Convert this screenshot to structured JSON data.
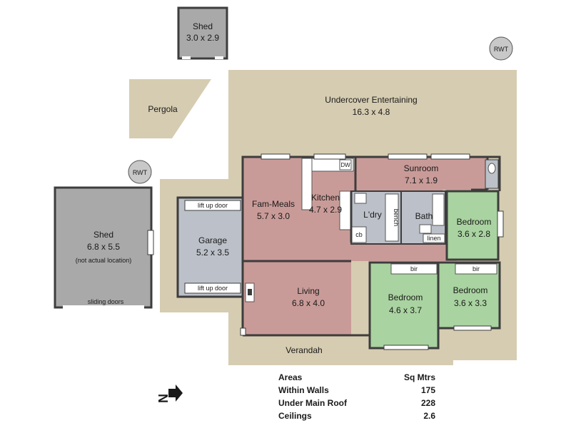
{
  "plan": {
    "shed_top": {
      "name": "Shed",
      "size": "3.0 x 2.9"
    },
    "pergola": {
      "name": "Pergola"
    },
    "undercover": {
      "name": "Undercover Entertaining",
      "size": "16.3 x 4.8"
    },
    "rwt_right": "RWT",
    "rwt_left": "RWT",
    "shed_left": {
      "name": "Shed",
      "size": "6.8 x 5.5",
      "note": "(not actual location)",
      "door": "sliding doors"
    },
    "garage": {
      "name": "Garage",
      "size": "5.2 x 3.5",
      "door_top": "lift up door",
      "door_bottom": "lift up door"
    },
    "fam_meals": {
      "name": "Fam-Meals",
      "size": "5.7 x 3.0"
    },
    "kitchen": {
      "name": "Kitchen",
      "size": "4.7 x 2.9",
      "dw": "DW"
    },
    "sunroom": {
      "name": "Sunroom",
      "size": "7.1 x 1.9"
    },
    "ldry": {
      "name": "L'dry",
      "cb": "cb",
      "bench": "bench"
    },
    "bath": {
      "name": "Bath",
      "linen": "linen"
    },
    "bedroom1": {
      "name": "Bedroom",
      "size": "3.6 x 2.8"
    },
    "living": {
      "name": "Living",
      "size": "6.8 x 4.0"
    },
    "bedroom2": {
      "name": "Bedroom",
      "size": "4.6 x 3.7",
      "bir": "bir"
    },
    "bedroom3": {
      "name": "Bedroom",
      "size": "3.6 x 3.3",
      "bir": "bir"
    },
    "verandah": {
      "name": "Verandah"
    },
    "north": "N"
  },
  "areas": {
    "header": {
      "label": "Areas",
      "value": "Sq Mtrs"
    },
    "rows": [
      {
        "label": "Within Walls",
        "value": "175"
      },
      {
        "label": "Under Main Roof",
        "value": "228"
      },
      {
        "label": "Ceilings",
        "value": "2.6"
      }
    ]
  },
  "colors": {
    "outdoor": "#d6ccb1",
    "shed": "#a9a9a9",
    "living": "#c99b98",
    "bedroom": "#a9d3a0",
    "service": "#bcc1c9",
    "wall": "#3d3d3d"
  }
}
